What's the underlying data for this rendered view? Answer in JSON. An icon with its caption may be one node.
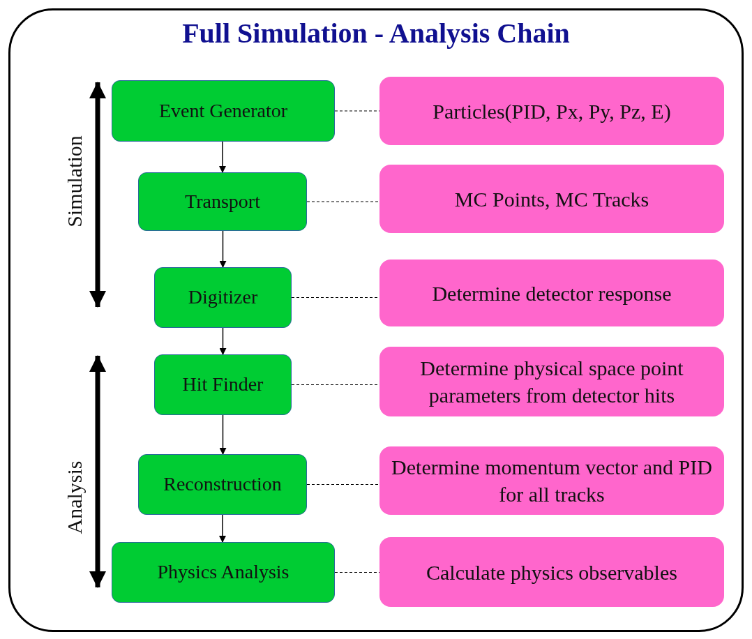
{
  "diagram": {
    "title": "Full Simulation - Analysis Chain",
    "nodes": [
      {
        "text": [
          "Event Generator"
        ]
      },
      {
        "text": [
          "Transport"
        ]
      },
      {
        "text": [
          "Digitizer"
        ]
      },
      {
        "text": [
          "Hit Finder"
        ]
      },
      {
        "text": [
          "Reconstruction"
        ]
      },
      {
        "text": [
          "Physics Analysis"
        ]
      },
      {
        "text": [
          "Particles(PID, Px, Py, Pz, E)"
        ]
      },
      {
        "text": [
          "MC Points, MC Tracks"
        ]
      },
      {
        "text": [
          "Determine detector response"
        ]
      },
      {
        "text": [
          "Determine physical space point parameters from detector hits"
        ]
      },
      {
        "text": [
          "Determine momentum vector and PID for all tracks"
        ]
      },
      {
        "text": [
          "Calculate physics observables"
        ]
      }
    ],
    "edges": [
      {
        "from": 0,
        "to": 1,
        "arrow": "to"
      },
      {
        "from": 1,
        "to": 2,
        "arrow": "to"
      },
      {
        "from": 2,
        "to": 3,
        "arrow": "to"
      },
      {
        "from": 3,
        "to": 4,
        "arrow": "to"
      },
      {
        "from": 4,
        "to": 5,
        "arrow": "to"
      },
      {
        "from": 0,
        "to": 6,
        "arrow": "none",
        "style": "dashed"
      },
      {
        "from": 1,
        "to": 7,
        "arrow": "none",
        "style": "dashed"
      },
      {
        "from": 2,
        "to": 8,
        "arrow": "none",
        "style": "dashed"
      },
      {
        "from": 3,
        "to": 9,
        "arrow": "none",
        "style": "dashed"
      },
      {
        "from": 4,
        "to": 10,
        "arrow": "none",
        "style": "dashed"
      },
      {
        "from": 5,
        "to": 11,
        "arrow": "none",
        "style": "dashed"
      }
    ],
    "labels": [
      "Simulation",
      "Analysis"
    ]
  }
}
